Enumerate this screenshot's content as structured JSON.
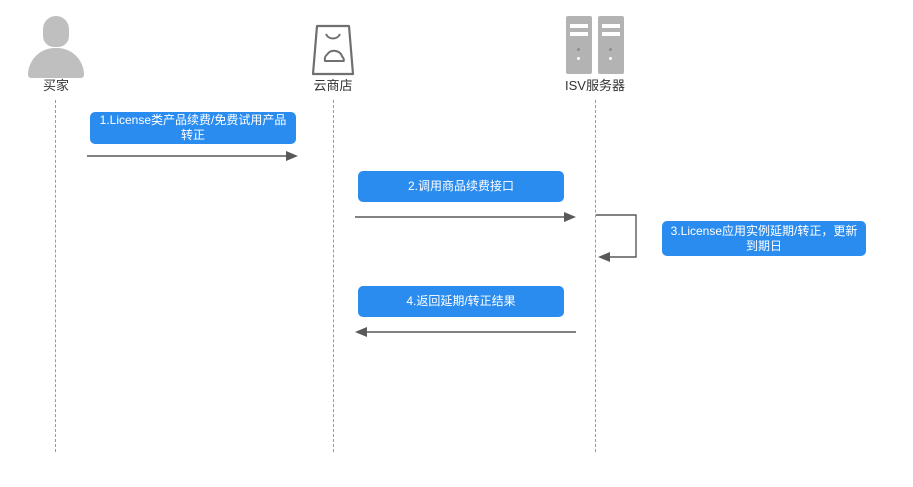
{
  "diagram": {
    "title": "License product renewal / free-trial conversion sequence",
    "accent_color": "#2b8cf0",
    "lifeline_color": "#9a9a9a",
    "arrow_color": "#595959",
    "icon_color": "#bfbfbf"
  },
  "participants": [
    {
      "id": "buyer",
      "label": "买家",
      "icon": "person-icon"
    },
    {
      "id": "store",
      "label": "云商店",
      "icon": "cloud-store-bag-icon"
    },
    {
      "id": "isv",
      "label": "ISV服务器",
      "icon": "server-rack-icon"
    }
  ],
  "messages": [
    {
      "seq": "1",
      "label": "1.License类产品续费/免费试用产品转正",
      "from": "buyer",
      "to": "store",
      "direction": "right"
    },
    {
      "seq": "2",
      "label": "2.调用商品续费接口",
      "from": "store",
      "to": "isv",
      "direction": "right"
    },
    {
      "seq": "3",
      "label": "3.License应用实例延期/转正，更新到期日",
      "from": "isv",
      "to": "isv",
      "direction": "self"
    },
    {
      "seq": "4",
      "label": "4.返回延期/转正结果",
      "from": "isv",
      "to": "store",
      "direction": "left"
    }
  ]
}
